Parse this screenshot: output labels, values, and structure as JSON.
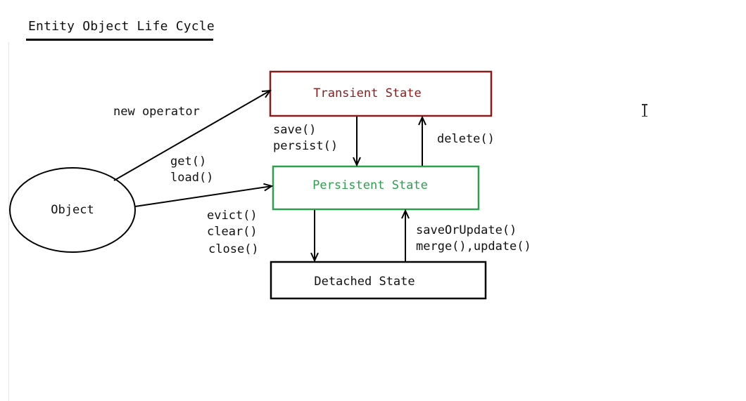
{
  "title": "Entity Object Life Cycle",
  "nodes": {
    "object": {
      "label": "Object"
    },
    "transient": {
      "label": "Transient State",
      "color": "#8B1A1A"
    },
    "persistent": {
      "label": "Persistent State",
      "color": "#2E9E4F"
    },
    "detached": {
      "label": "Detached State",
      "color": "#000000"
    }
  },
  "edges": {
    "object_to_transient": {
      "label": "new operator"
    },
    "object_to_persistent": {
      "label_line1": "get()",
      "label_line2": "load()"
    },
    "transient_to_persistent": {
      "label_line1": "save()",
      "label_line2": "persist()"
    },
    "persistent_to_transient": {
      "label": "delete()"
    },
    "persistent_to_detached": {
      "label_line1": "evict()",
      "label_line2": "clear()",
      "label_line3": "close()"
    },
    "detached_to_persistent": {
      "label_line1": "saveOrUpdate()",
      "label_line2": "merge(),update()"
    }
  },
  "cursor": {
    "icon": "text-cursor-icon"
  }
}
